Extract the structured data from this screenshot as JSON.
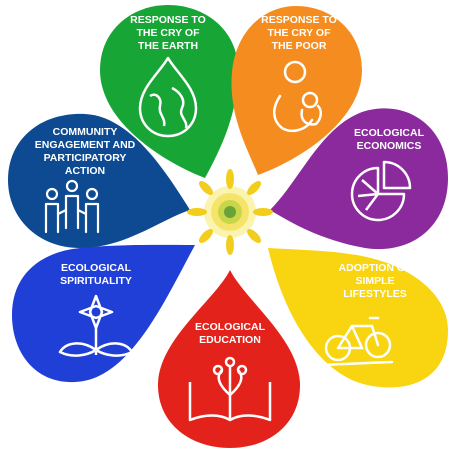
{
  "petals": [
    {
      "id": "earth",
      "lines": [
        "RESPONSE TO",
        "THE CRY OF",
        "THE EARTH"
      ],
      "color": "#17a536",
      "icon": "earth-droplet-icon"
    },
    {
      "id": "poor",
      "lines": [
        "RESPONSE TO",
        "THE CRY OF",
        "THE POOR"
      ],
      "color": "#f58c1f",
      "icon": "mother-child-icon"
    },
    {
      "id": "economics",
      "lines": [
        "ECOLOGICAL",
        "ECONOMICS"
      ],
      "color": "#8a2a9c",
      "icon": "leaf-pie-chart-icon"
    },
    {
      "id": "lifestyles",
      "lines": [
        "ADOPTION OF",
        "SIMPLE",
        "LIFESTYLES"
      ],
      "color": "#f9d410",
      "icon": "bicycle-icon"
    },
    {
      "id": "education",
      "lines": [
        "ECOLOGICAL",
        "EDUCATION"
      ],
      "color": "#e3231b",
      "icon": "book-tree-icon"
    },
    {
      "id": "spirituality",
      "lines": [
        "ECOLOGICAL",
        "SPIRITUALITY"
      ],
      "color": "#1f3fd6",
      "icon": "cross-sprout-icon"
    },
    {
      "id": "community",
      "lines": [
        "COMMUNITY",
        "ENGAGEMENT AND",
        "PARTICIPATORY",
        "ACTION"
      ],
      "color": "#0d4a92",
      "icon": "people-group-icon"
    }
  ],
  "center": {
    "icon": "sun-flower-icon",
    "color": "#f4d21d"
  }
}
